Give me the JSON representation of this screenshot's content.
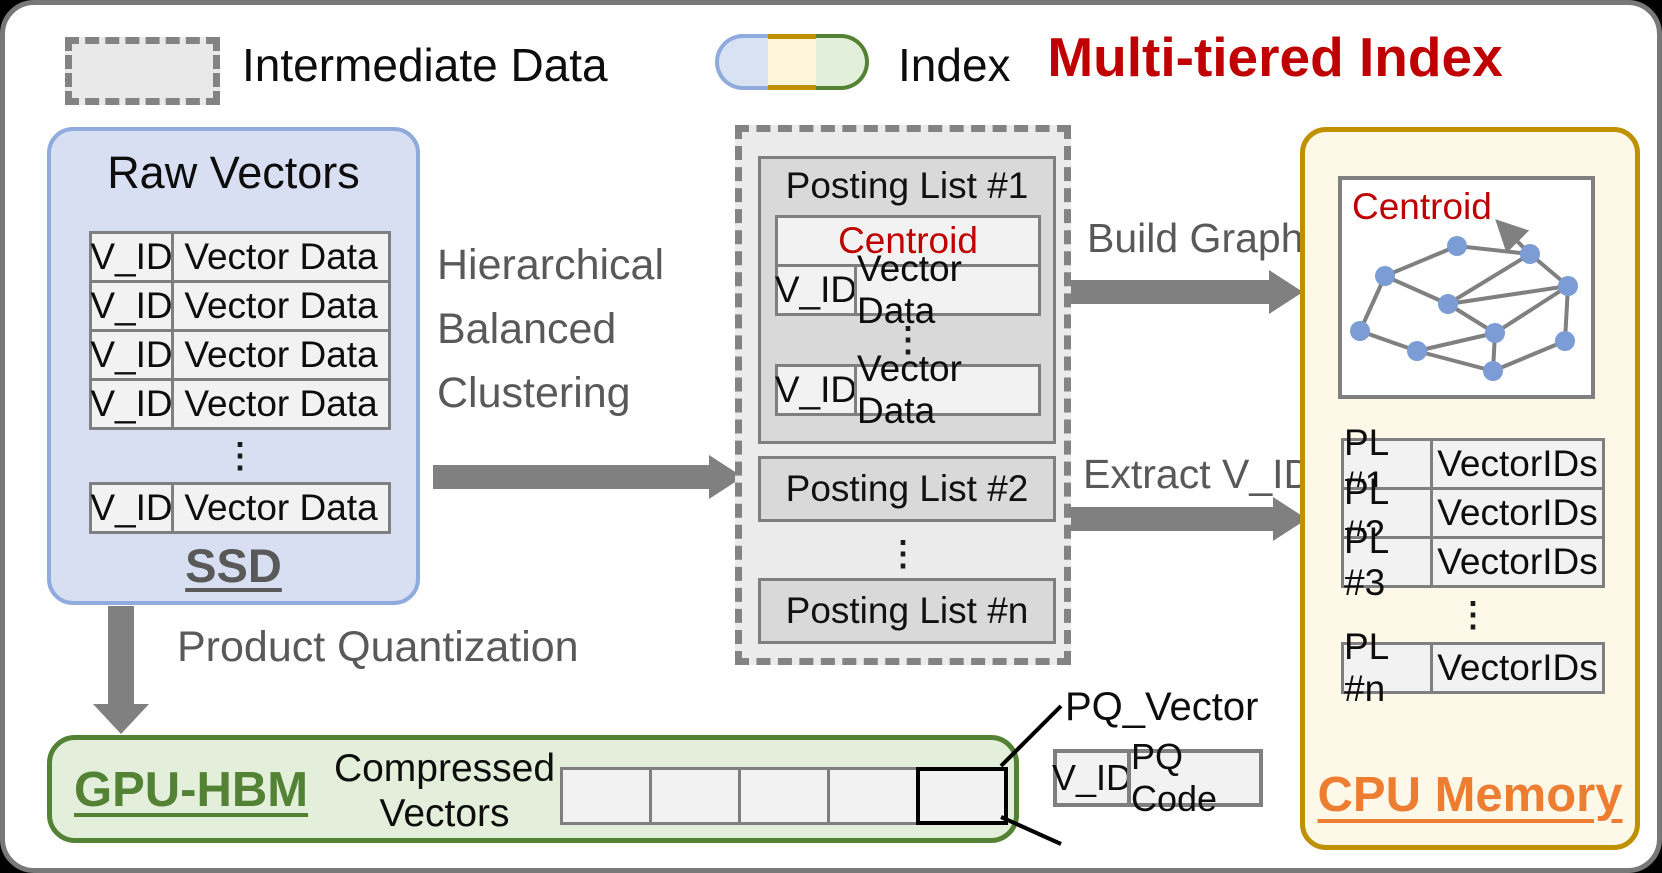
{
  "legend": {
    "intermediate_data": "Intermediate Data",
    "index": "Index",
    "title": "Multi-tiered Index"
  },
  "colors": {
    "title_red": "#c00000",
    "ssd_blue_border": "#8faadc",
    "cpu_gold_border": "#bf9000",
    "gpu_green_border": "#538235",
    "cpu_label_orange": "#ed7d31",
    "arrow_gray": "#808080",
    "node_blue": "#7c9cd6"
  },
  "ssd": {
    "title": "Raw Vectors",
    "rows": [
      {
        "v_id": "V_ID",
        "data": "Vector Data"
      },
      {
        "v_id": "V_ID",
        "data": "Vector Data"
      },
      {
        "v_id": "V_ID",
        "data": "Vector Data"
      },
      {
        "v_id": "V_ID",
        "data": "Vector Data"
      },
      {
        "v_id": "V_ID",
        "data": "Vector Data"
      }
    ],
    "dots": "⋮",
    "label": "SSD"
  },
  "flows": {
    "clustering_lines": [
      "Hierarchical",
      "Balanced",
      "Clustering"
    ],
    "build_graph": "Build Graph",
    "extract_vid": "Extract V_ID",
    "product_quantization": "Product Quantization"
  },
  "middle": {
    "pl1": {
      "title": "Posting List #1",
      "centroid": "Centroid",
      "rows": [
        {
          "v_id": "V_ID",
          "data": "Vector Data"
        },
        {
          "v_id": "V_ID",
          "data": "Vector Data"
        }
      ],
      "dots": "⋮"
    },
    "pl2": "Posting List #2",
    "dots": "⋮",
    "pln": "Posting List #n"
  },
  "cpu": {
    "centroid": "Centroid",
    "rows": [
      {
        "pl": "PL #1",
        "ids": "VectorIDs"
      },
      {
        "pl": "PL #2",
        "ids": "VectorIDs"
      },
      {
        "pl": "PL #3",
        "ids": "VectorIDs"
      },
      {
        "pl": "PL #n",
        "ids": "VectorIDs"
      }
    ],
    "dots": "⋮",
    "label": "CPU Memory"
  },
  "gpu": {
    "label": "GPU-HBM",
    "compressed": [
      "Compressed",
      "Vectors"
    ],
    "pq_vector": "PQ_Vector",
    "pq_row": {
      "v_id": "V_ID",
      "code": "PQ Code"
    }
  }
}
